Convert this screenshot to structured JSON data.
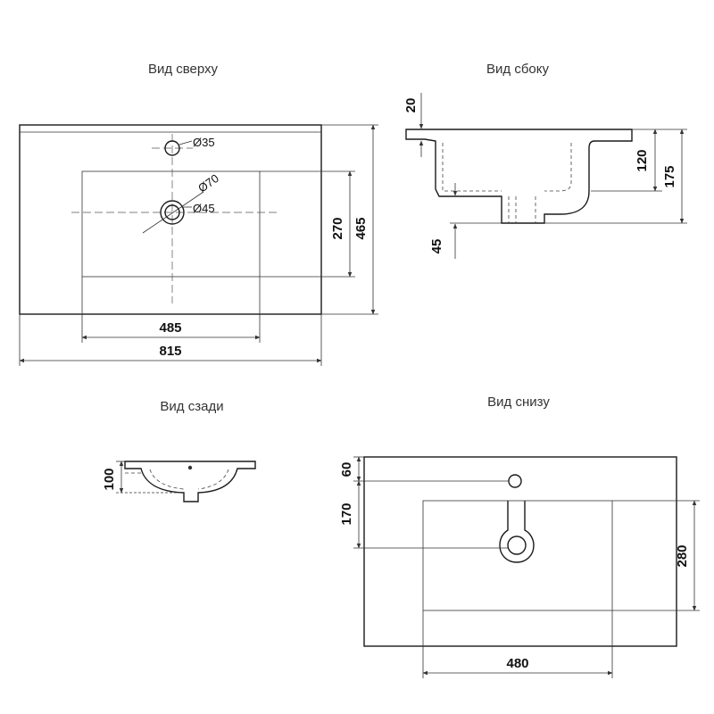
{
  "views": {
    "top": {
      "title": "Вид сверху",
      "dimensions": {
        "total_width": "815",
        "basin_width": "485",
        "total_depth": "465",
        "basin_depth": "270"
      },
      "diameters": {
        "tap_hole": "Ø35",
        "drain_outer": "Ø70",
        "drain_inner": "Ø45"
      }
    },
    "side": {
      "title": "Вид сбоку",
      "dimensions": {
        "rim": "20",
        "bowl_depth": "120",
        "total_height": "175",
        "drain_offset": "45"
      }
    },
    "back": {
      "title": "Вид сзади",
      "dimensions": {
        "height": "100"
      }
    },
    "bottom": {
      "title": "Вид снизу",
      "dimensions": {
        "tap_offset": "60",
        "drain_offset": "170",
        "basin_depth": "280",
        "basin_width": "480"
      }
    }
  }
}
